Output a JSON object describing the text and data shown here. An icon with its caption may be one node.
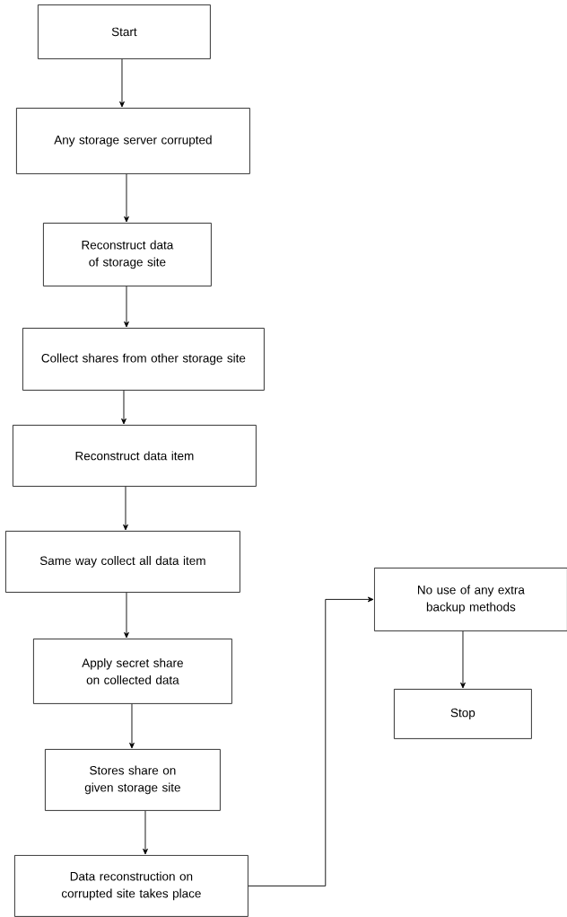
{
  "diagram": {
    "nodes": [
      {
        "text": [
          "Start"
        ]
      },
      {
        "text": [
          "Any storage server corrupted"
        ]
      },
      {
        "text": [
          "Reconstruct data of storage site"
        ]
      },
      {
        "text": [
          "Collect shares from other storage site"
        ]
      },
      {
        "text": [
          "Reconstruct data item"
        ]
      },
      {
        "text": [
          "Same way collect all data item"
        ]
      },
      {
        "text": [
          "Apply secret share on collected data"
        ]
      },
      {
        "text": [
          "Stores share on given storage site"
        ]
      },
      {
        "text": [
          "Data reconstruction on corrupted site takes place"
        ]
      },
      {
        "text": [
          "No use of any extra backup methods"
        ]
      },
      {
        "text": [
          "Stop"
        ]
      }
    ],
    "edges": [
      {
        "from": 0,
        "to": 1,
        "arrow": "to"
      },
      {
        "from": 1,
        "to": 2,
        "arrow": "to"
      },
      {
        "from": 2,
        "to": 3,
        "arrow": "to"
      },
      {
        "from": 3,
        "to": 4,
        "arrow": "to"
      },
      {
        "from": 4,
        "to": 5,
        "arrow": "to"
      },
      {
        "from": 5,
        "to": 6,
        "arrow": "to"
      },
      {
        "from": 6,
        "to": 7,
        "arrow": "to"
      },
      {
        "from": 7,
        "to": 8,
        "arrow": "to"
      },
      {
        "from": 8,
        "to": 9,
        "arrow": "to"
      },
      {
        "from": 9,
        "to": 10,
        "arrow": "to"
      }
    ]
  }
}
